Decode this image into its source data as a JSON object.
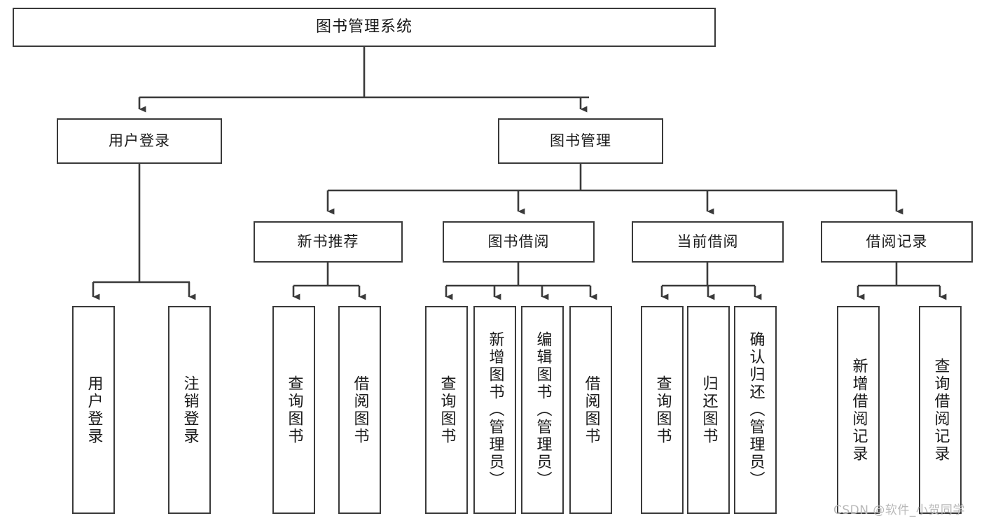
{
  "diagram": {
    "title": "图书管理系统",
    "type": "hierarchy-tree",
    "watermark": "CSDN @软件_小贺同学",
    "colors": {
      "stroke": "#3a3a3a",
      "background": "#ffffff",
      "text": "#1a1a1a",
      "watermark": "#b9b9b9"
    },
    "nodes": {
      "root": {
        "label": "图书管理系统"
      },
      "level2": [
        {
          "id": "user-login",
          "label": "用户登录"
        },
        {
          "id": "book-manage",
          "label": "图书管理"
        }
      ],
      "level3": [
        {
          "id": "new-book-recommend",
          "label": "新书推荐"
        },
        {
          "id": "book-borrow",
          "label": "图书借阅"
        },
        {
          "id": "current-borrow",
          "label": "当前借阅"
        },
        {
          "id": "borrow-record",
          "label": "借阅记录"
        }
      ],
      "leaves": {
        "user_login": [
          {
            "id": "leaf-user-login",
            "label": "用户登录"
          },
          {
            "id": "leaf-logout",
            "label": "注销登录"
          }
        ],
        "new_book_recommend": [
          {
            "id": "leaf-query-book-1",
            "label": "查询图书"
          },
          {
            "id": "leaf-borrow-book-1",
            "label": "借阅图书"
          }
        ],
        "book_borrow": [
          {
            "id": "leaf-query-book-2",
            "label": "查询图书"
          },
          {
            "id": "leaf-add-book",
            "label": "新增图书（管理员）"
          },
          {
            "id": "leaf-edit-book",
            "label": "编辑图书（管理员）"
          },
          {
            "id": "leaf-borrow-book-2",
            "label": "借阅图书"
          }
        ],
        "current_borrow": [
          {
            "id": "leaf-query-book-3",
            "label": "查询图书"
          },
          {
            "id": "leaf-return-book",
            "label": "归还图书"
          },
          {
            "id": "leaf-confirm-return",
            "label": "确认归还（管理员）"
          }
        ],
        "borrow_record": [
          {
            "id": "leaf-add-record",
            "label": "新增借阅记录"
          },
          {
            "id": "leaf-query-record",
            "label": "查询借阅记录"
          }
        ]
      }
    }
  }
}
